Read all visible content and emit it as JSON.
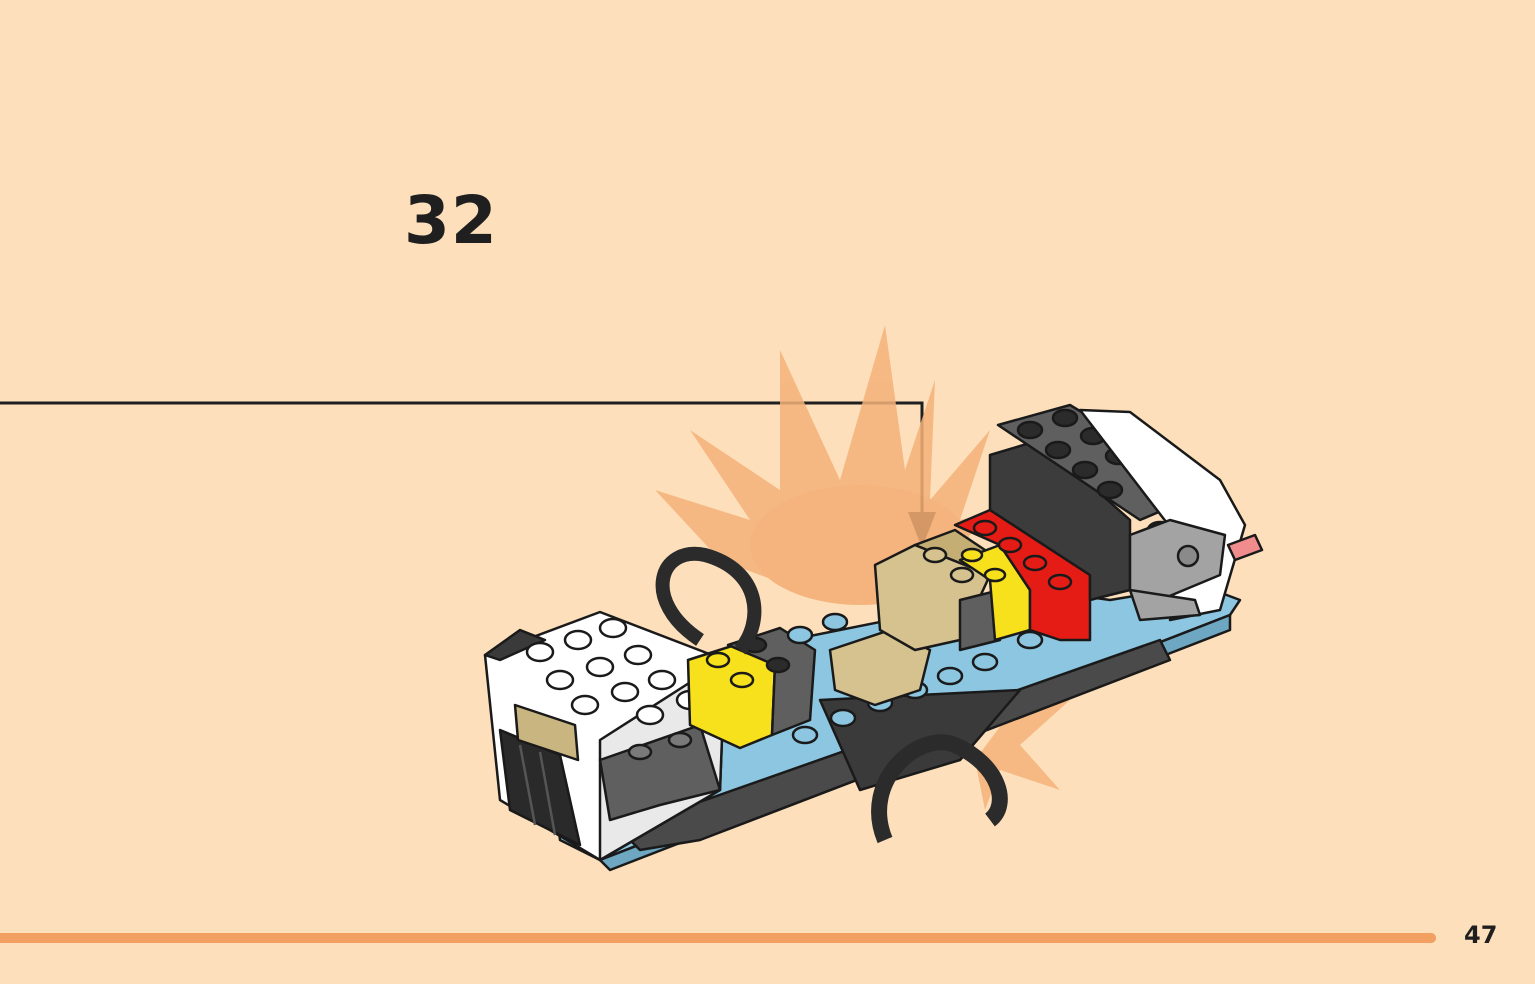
{
  "step": {
    "number": "32"
  },
  "footer": {
    "page_number": "47",
    "progress": 0.935
  },
  "colors": {
    "background": "#fde0bb",
    "progress": "#f2a061",
    "burst": "#f5b27a",
    "azure": "#8cc6e0",
    "white": "#ffffff",
    "black": "#2b2b2b",
    "dark_grey": "#5f5f5f",
    "light_grey": "#a3a3a3",
    "tan": "#d6c28e",
    "yellow": "#f7e01c",
    "red": "#e51c15",
    "trans_red": "#f08c8c"
  },
  "icons": [
    "down-arrow-icon",
    "impact-burst-icon"
  ]
}
